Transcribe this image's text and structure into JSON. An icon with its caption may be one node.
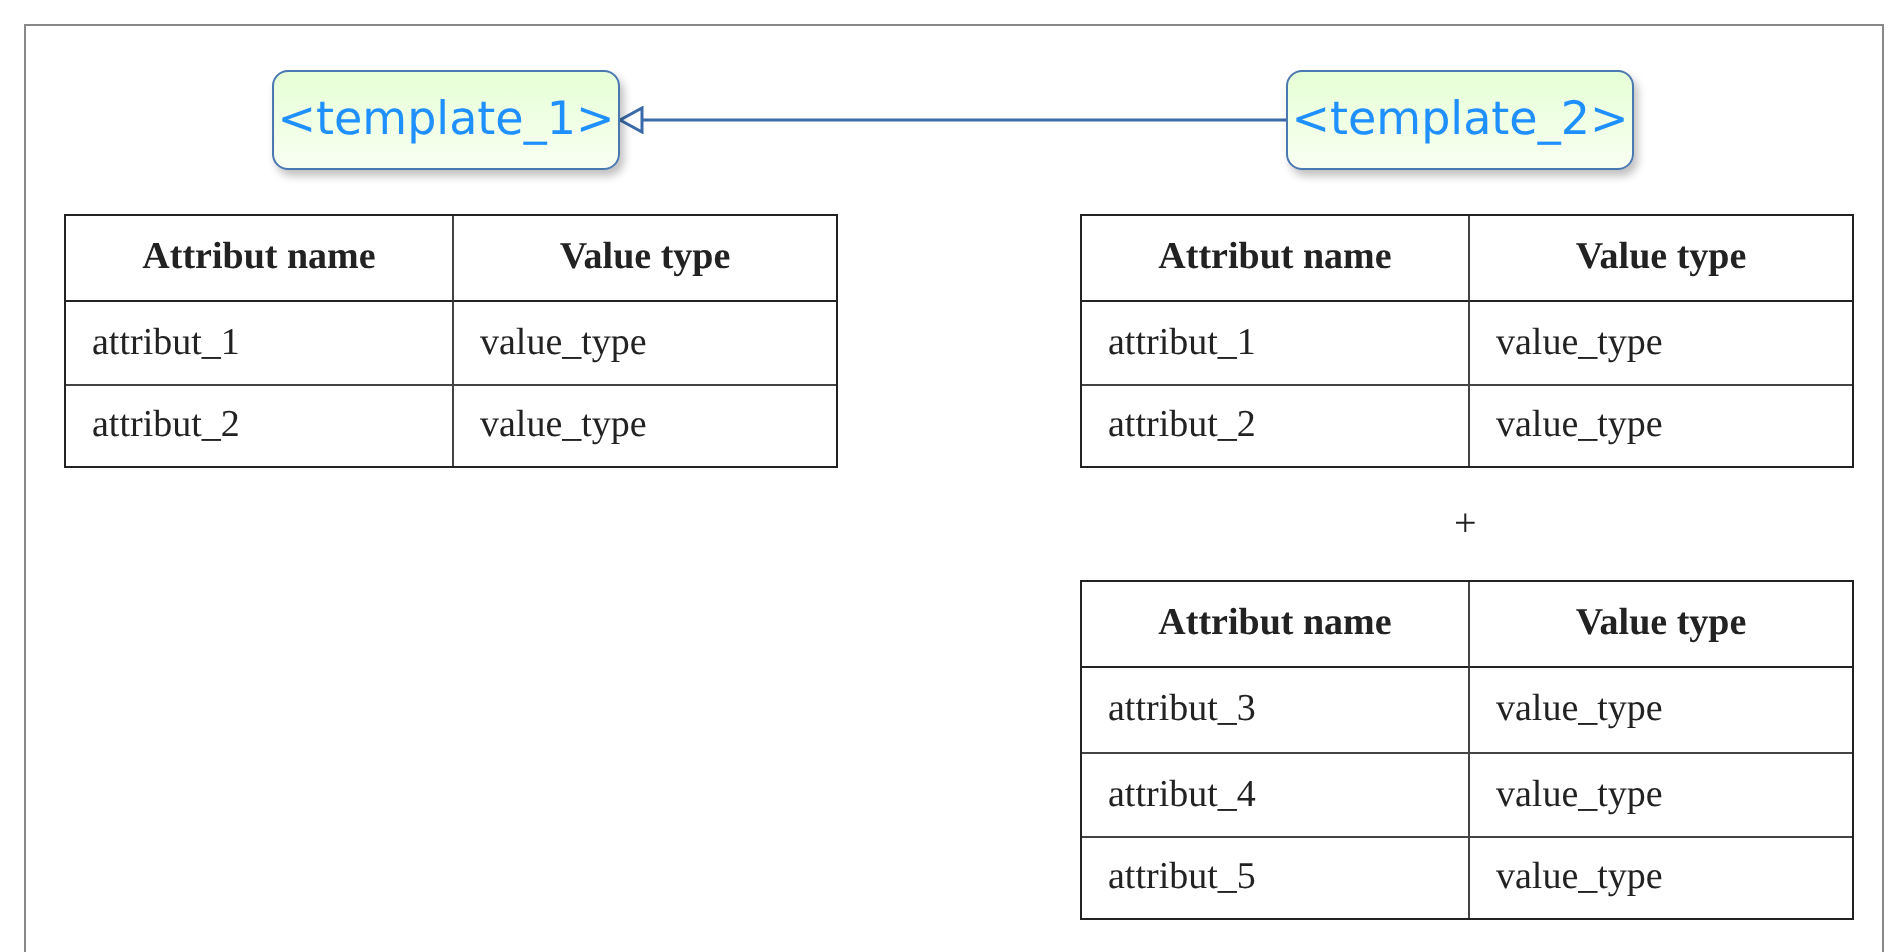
{
  "diagram": {
    "nodes": [
      {
        "text": [
          "<template_1>"
        ]
      },
      {
        "text": [
          "<template_2>"
        ]
      }
    ],
    "edges": [
      {
        "from": 1,
        "to": 0,
        "arrow": "to"
      }
    ],
    "labels": [
      "Attribut name",
      "Value type",
      "attribut_1",
      "value_type",
      "attribut_2",
      "value_type",
      "Attribut name",
      "Value type",
      "attribut_1",
      "value_type",
      "attribut_2",
      "value_type",
      "+",
      "Attribut name",
      "Value type",
      "attribut_3",
      "value_type",
      "attribut_4",
      "value_type",
      "attribut_5",
      "value_type"
    ]
  }
}
